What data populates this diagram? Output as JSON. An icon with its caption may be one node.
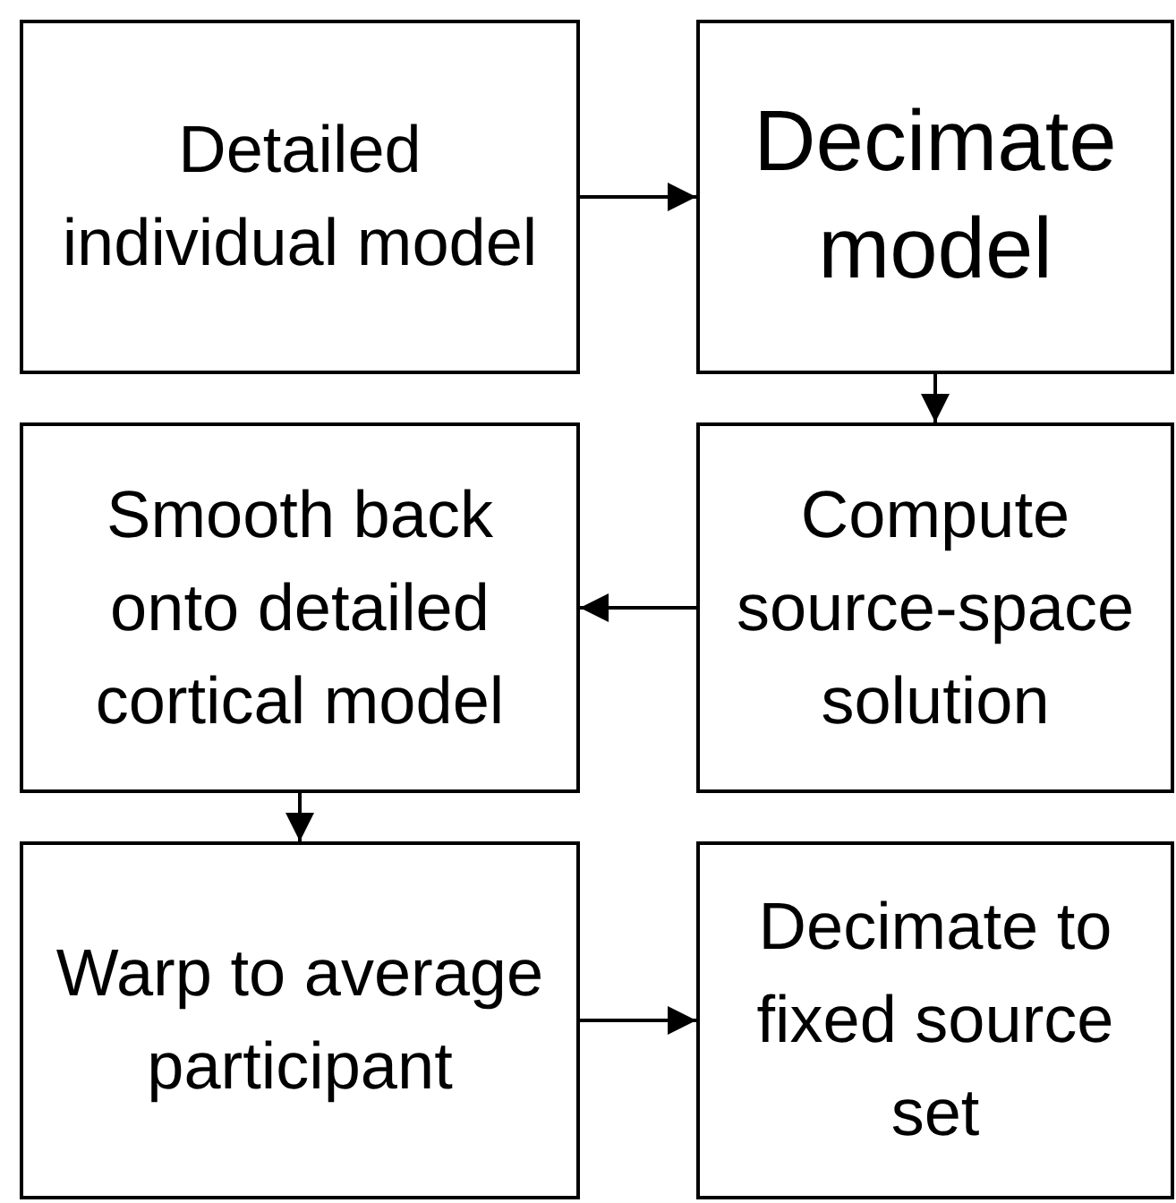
{
  "diagram": {
    "nodes": [
      {
        "text": [
          "Detailed individual model"
        ]
      },
      {
        "text": [
          "Decimate model"
        ]
      },
      {
        "text": [
          "Smooth back onto detailed cortical model"
        ]
      },
      {
        "text": [
          "Compute source-space solution"
        ]
      },
      {
        "text": [
          "Warp to average participant"
        ]
      },
      {
        "text": [
          "Decimate to fixed source set"
        ]
      }
    ],
    "edges": [
      {
        "from": 0,
        "to": 1,
        "arrow": "to"
      },
      {
        "from": 1,
        "to": 3,
        "arrow": "to"
      },
      {
        "from": 3,
        "to": 2,
        "arrow": "to"
      },
      {
        "from": 2,
        "to": 4,
        "arrow": "to"
      },
      {
        "from": 4,
        "to": 5,
        "arrow": "to"
      }
    ]
  }
}
